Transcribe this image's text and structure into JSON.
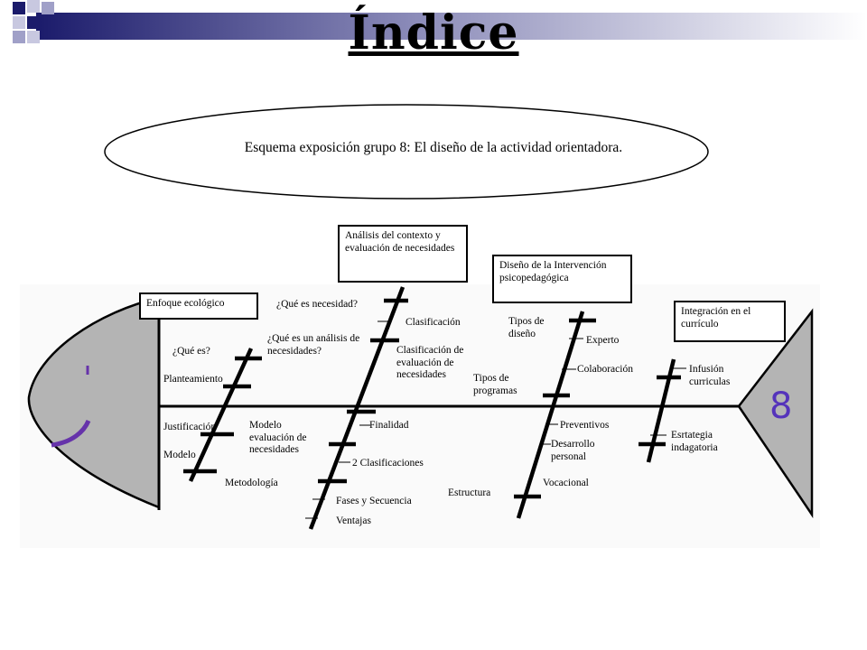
{
  "slide_title": "Índice",
  "scheme_title": "Esquema exposición grupo 8: El diseño de la actividad orientadora.",
  "fish_number": "8",
  "boxes": {
    "enfoque": "Enfoque ecológico",
    "analisis": "Análisis del contexto y evaluación de necesidades",
    "diseno": "Diseño de la Intervención psicopedagógica",
    "integracion": "Integración en el currículo"
  },
  "labels": {
    "que_es": "¿Qué es?",
    "planteamiento": "Planteamiento",
    "justificacion": "Justificación",
    "modelo": "Modelo",
    "modelo_eval": "Modelo evaluación de necesidades",
    "metodologia": "Metodología",
    "que_es_necesidad": "¿Qué es necesidad?",
    "que_es_analisis": "¿Qué es un análisis de necesidades?",
    "clasificacion": "Clasificación",
    "clasificacion_eval": "Clasificación de evaluación de necesidades",
    "finalidad": "Finalidad",
    "dos_clasificaciones": "2 Clasificaciones",
    "fases": "Fases y Secuencia",
    "ventajas": "Ventajas",
    "tipos_diseno": "Tipos de diseño",
    "experto": "Experto",
    "colaboracion": "Colaboración",
    "tipos_programas": "Tipos de programas",
    "preventivos": "Preventivos",
    "desarrollo": "Desarrollo personal",
    "vocacional": "Vocacional",
    "estructura": "Estructura",
    "infusion": "Infusión curriculas",
    "estrategia": "Esrtategia indagatoria"
  },
  "colors": {
    "fish_fill": "#b4b4b4",
    "smile": "#6633aa",
    "number": "#5533bb",
    "banner_dark": "#1b1b6b",
    "banner_light": "#dcdcec"
  }
}
